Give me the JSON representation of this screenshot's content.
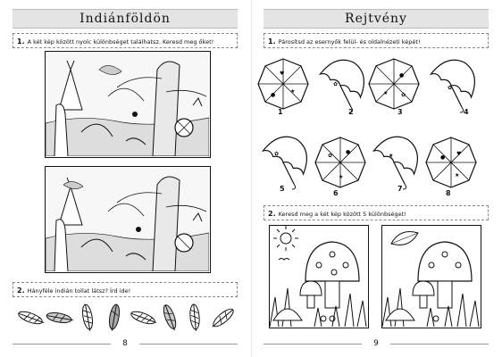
{
  "left_page": {
    "title": "Indiánföldön",
    "task1": {
      "number": "1.",
      "text": "A két kép között nyolc különbséget találhatsz. Keresd meg őket!"
    },
    "task2": {
      "number": "2.",
      "text": "Hányféle indián tollat látsz? Írd ide!"
    },
    "page_number": "8"
  },
  "right_page": {
    "title": "Rejtvény",
    "task1": {
      "number": "1.",
      "text": "Párosítsd az esernyők felül- és oldalnézeti képét!"
    },
    "umbrella_labels": [
      "1",
      "2",
      "3",
      "4",
      "5",
      "6",
      "7",
      "8"
    ],
    "task2": {
      "number": "2.",
      "text": "Keresd meg a két kép között 5 különbséget!"
    },
    "page_number": "9"
  }
}
